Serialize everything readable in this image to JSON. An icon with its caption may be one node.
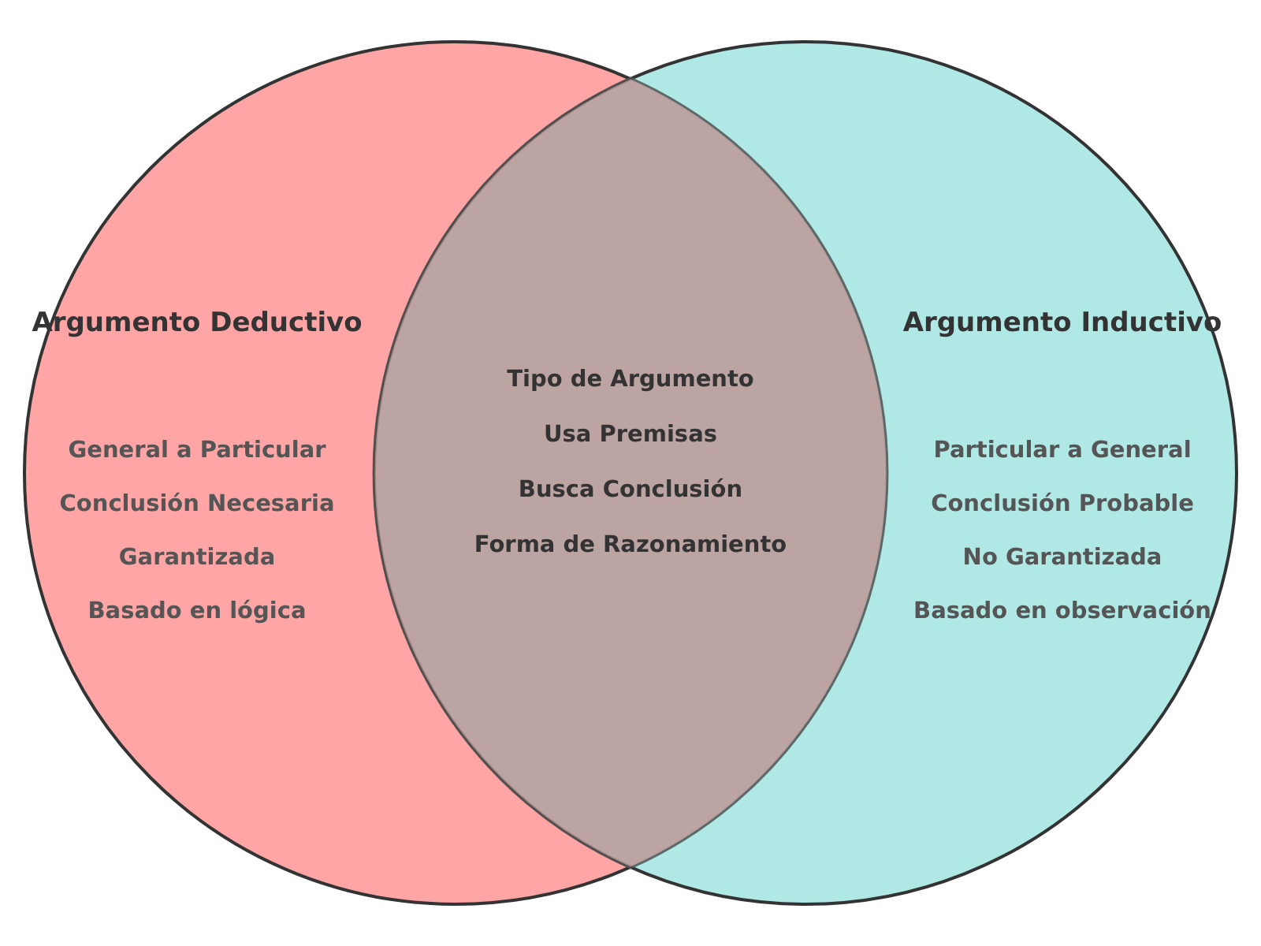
{
  "diagram": {
    "nodes": [
      {
        "text": [
          "Argumento Deductivo",
          "General a Particular",
          "Conclusión Necesaria",
          "Garantizada",
          "Basado en lógica"
        ]
      },
      {
        "text": [
          "Argumento Inductivo",
          "Particular a General",
          "Conclusión Probable",
          "No Garantizada",
          "Basado en observación"
        ]
      }
    ],
    "edges": [],
    "labels": [
      "Tipo de Argumento",
      "Usa Premisas",
      "Busca Conclusión",
      "Forma de Razonamiento"
    ]
  }
}
